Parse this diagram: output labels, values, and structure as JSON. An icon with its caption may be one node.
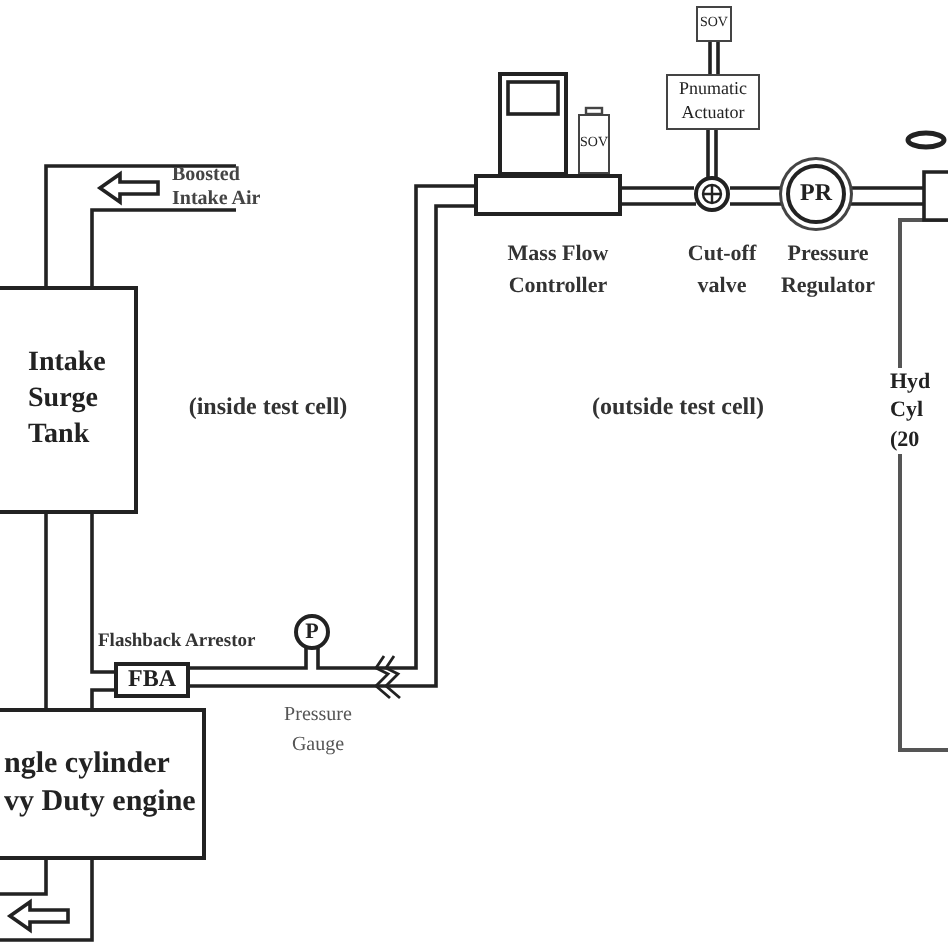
{
  "diagram": {
    "nodes": [
      {
        "text": [
          "Intake Surge Tank"
        ]
      },
      {
        "text": [
          "ngle cylinder vy Duty engine"
        ]
      },
      {
        "text": [
          "FBA"
        ],
        "beside": [
          "Flashback Arrestor"
        ]
      },
      {
        "text": [
          "P"
        ],
        "beside": [
          "Pressure Gauge"
        ]
      },
      {
        "text": [],
        "shape": "box",
        "beside": [
          "Mass Flow Controller"
        ]
      },
      {
        "text": [
          "SOV"
        ]
      },
      {
        "text": [],
        "shape": "circle",
        "beside": [
          "Cut-off valve"
        ]
      },
      {
        "text": [
          "Pnumatic Actuator"
        ]
      },
      {
        "text": [
          "SOV"
        ]
      },
      {
        "text": [
          "PR"
        ],
        "beside": [
          "Pressure Regulator"
        ]
      },
      {
        "text": [
          "Hyd Cyl (20"
        ]
      }
    ],
    "edges": [
      {
        "from": null,
        "to": 0,
        "arrow": "none",
        "label": "Boosted Intake Air"
      },
      {
        "from": 0,
        "to": 1,
        "arrow": "none"
      },
      {
        "from": 0,
        "to": 2,
        "arrow": "none"
      },
      {
        "from": 2,
        "to": 1,
        "arrow": "none"
      },
      {
        "from": 1,
        "to": null,
        "arrow": "none"
      },
      {
        "from": 4,
        "to": 2,
        "arrow": "none"
      },
      {
        "from": 4,
        "to": 3,
        "arrow": "none"
      },
      {
        "from": 3,
        "to": 2,
        "arrow": "none"
      },
      {
        "from": 4,
        "to": 6,
        "arrow": "none"
      },
      {
        "from": 7,
        "to": 6,
        "arrow": "none"
      },
      {
        "from": 8,
        "to": 7,
        "arrow": "none"
      },
      {
        "from": 6,
        "to": 9,
        "arrow": "none"
      },
      {
        "from": 9,
        "to": 10,
        "arrow": "none"
      }
    ],
    "labels": [
      "(inside test cell)",
      "(outside test cell)"
    ]
  }
}
